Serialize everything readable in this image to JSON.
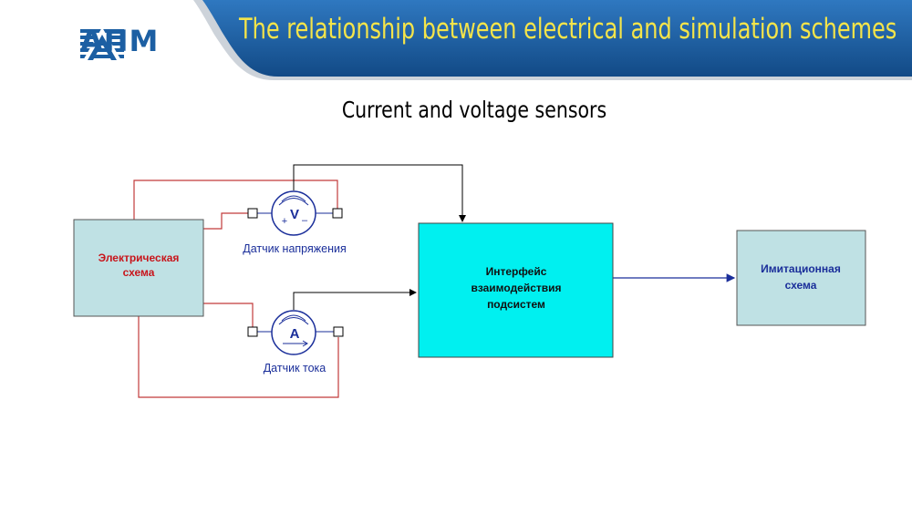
{
  "header": {
    "logo_text": "АПМ",
    "title": "The relationship between electrical and simulation schemes",
    "accent_color": "#f4e44a",
    "banner_color": "#1f5fa3"
  },
  "subtitle": "Current and voltage  sensors",
  "diagram": {
    "electrical_scheme": {
      "line1": "Электрическая",
      "line2": "схема",
      "text_color": "#c8151b",
      "fill": "#bfe1e4"
    },
    "interface": {
      "line1": "Интерфейс",
      "line2": "взаимодействия",
      "line3": "подсистем",
      "fill": "#00f0f0"
    },
    "simulation_scheme": {
      "line1": "Имитационная",
      "line2": "схема",
      "text_color": "#1a2e9a",
      "fill": "#bfe1e4"
    },
    "voltage_sensor": {
      "symbol": "V",
      "plus": "+",
      "minus": "–",
      "label": "Датчик напряжения"
    },
    "current_sensor": {
      "symbol": "A",
      "label": "Датчик тока"
    },
    "wire_color": "#c23b3b",
    "signal_color": "#1a2e9a"
  }
}
